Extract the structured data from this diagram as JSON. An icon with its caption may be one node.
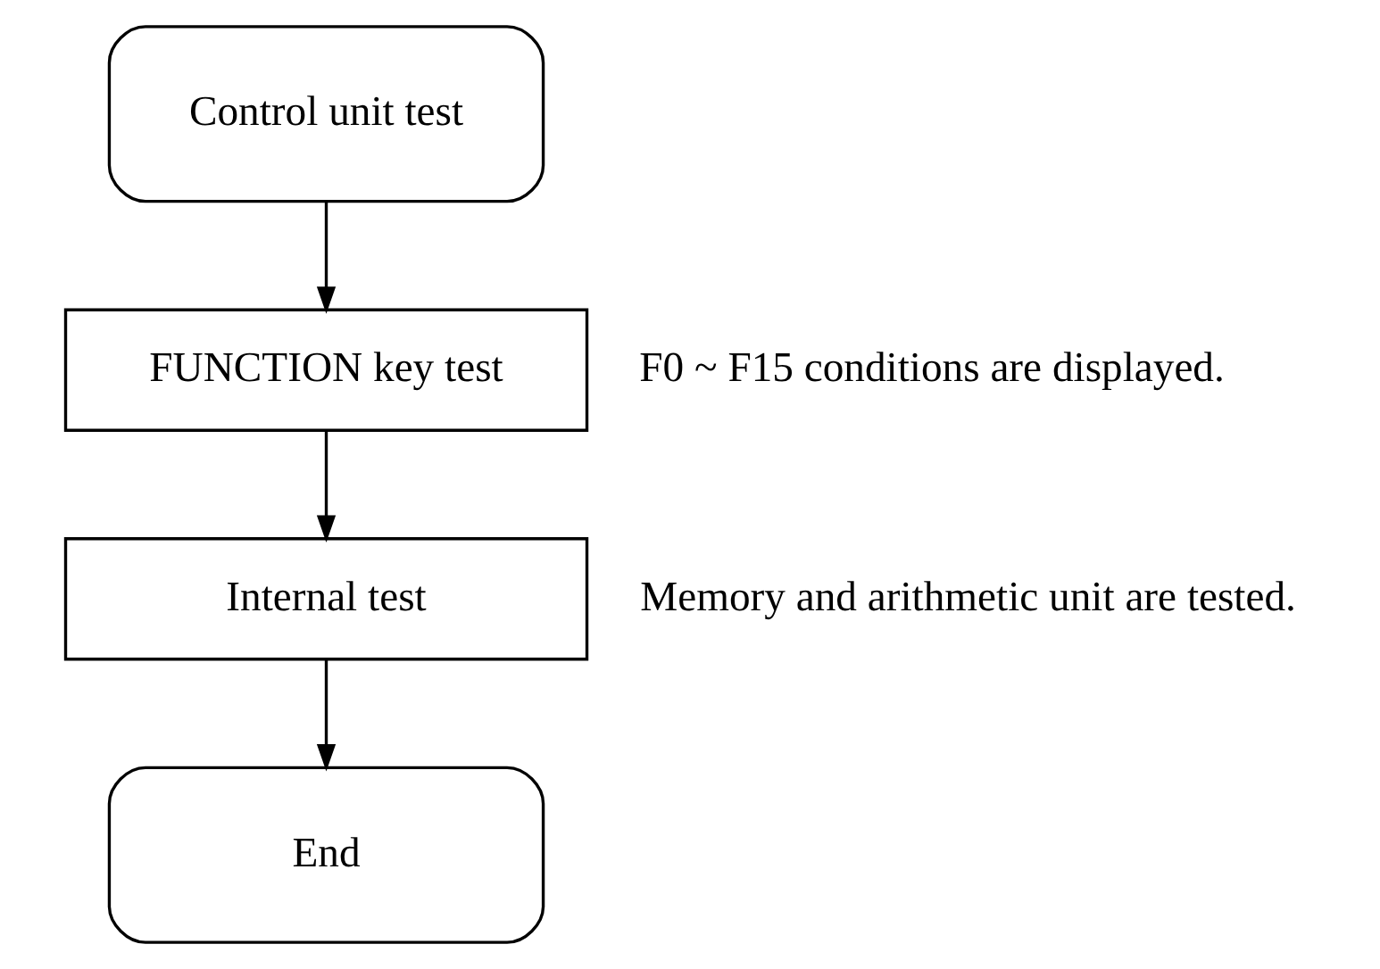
{
  "diagram": {
    "nodes": [
      {
        "text": [
          "Control unit test"
        ]
      },
      {
        "text": [
          "FUNCTION key test"
        ],
        "beside": [
          "F0 ~ F15 conditions are displayed."
        ]
      },
      {
        "text": [
          "Internal test"
        ],
        "beside": [
          "Memory and arithmetic unit are tested."
        ]
      },
      {
        "text": [
          "End"
        ]
      }
    ],
    "edges": [
      {
        "from": 0,
        "to": 1,
        "arrow": "to"
      },
      {
        "from": 1,
        "to": 2,
        "arrow": "to"
      },
      {
        "from": 2,
        "to": 3,
        "arrow": "to"
      }
    ]
  }
}
